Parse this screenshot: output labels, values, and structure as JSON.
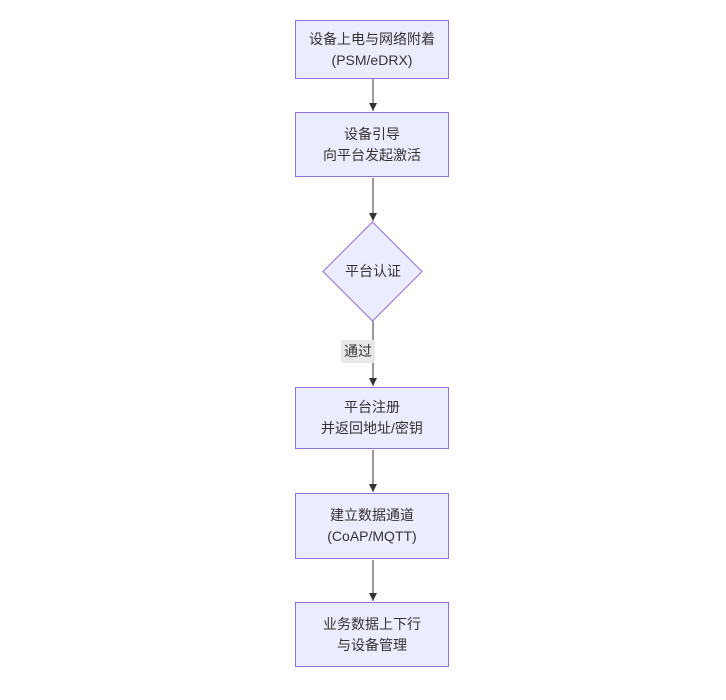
{
  "diagram": {
    "type": "flowchart",
    "direction": "top-down",
    "nodes": [
      {
        "id": "power",
        "shape": "rect",
        "lines": [
          "设备上电与网络附着",
          "(PSM/eDRX)"
        ]
      },
      {
        "id": "boot",
        "shape": "rect",
        "lines": [
          "设备引导",
          "向平台发起激活"
        ]
      },
      {
        "id": "auth",
        "shape": "diamond",
        "lines": [
          "平台认证"
        ]
      },
      {
        "id": "register",
        "shape": "rect",
        "lines": [
          "平台注册",
          "并返回地址/密钥"
        ]
      },
      {
        "id": "channel",
        "shape": "rect",
        "lines": [
          "建立数据通道",
          "(CoAP/MQTT)"
        ]
      },
      {
        "id": "business",
        "shape": "rect",
        "lines": [
          "业务数据上下行",
          "与设备管理"
        ]
      }
    ],
    "edges": [
      {
        "from": "power",
        "to": "boot",
        "label": ""
      },
      {
        "from": "boot",
        "to": "auth",
        "label": ""
      },
      {
        "from": "auth",
        "to": "register",
        "label": "通过"
      },
      {
        "from": "register",
        "to": "channel",
        "label": ""
      },
      {
        "from": "channel",
        "to": "business",
        "label": ""
      }
    ],
    "colors": {
      "node_fill": "#ECECFF",
      "node_border": "#9370DB",
      "arrow": "#333333",
      "text": "#333333",
      "edge_label_bg": "#e8e8e8",
      "canvas_bg": "#ffffff"
    }
  }
}
